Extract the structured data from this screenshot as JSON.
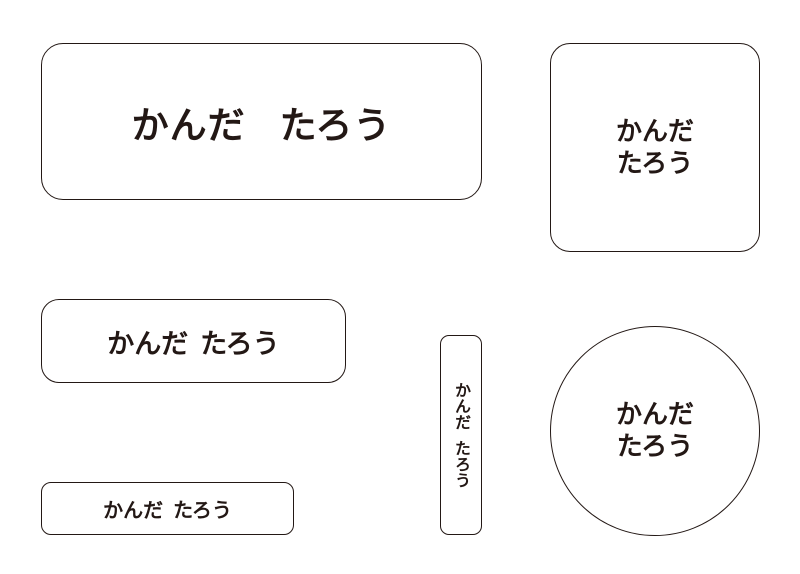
{
  "labels": {
    "large": {
      "line1": "かんだ",
      "line2": "たろう"
    },
    "square": {
      "line1": "かんだ",
      "line2": "たろう"
    },
    "medium": {
      "line1": "かんだ",
      "line2": "たろう"
    },
    "small": {
      "line1": "かんだ",
      "line2": "たろう"
    },
    "vertical": {
      "line1": "かんだ",
      "line2": "たろう"
    },
    "circle": {
      "line1": "かんだ",
      "line2": "たろう"
    }
  },
  "colors": {
    "ink": "#231815",
    "background": "#ffffff"
  }
}
